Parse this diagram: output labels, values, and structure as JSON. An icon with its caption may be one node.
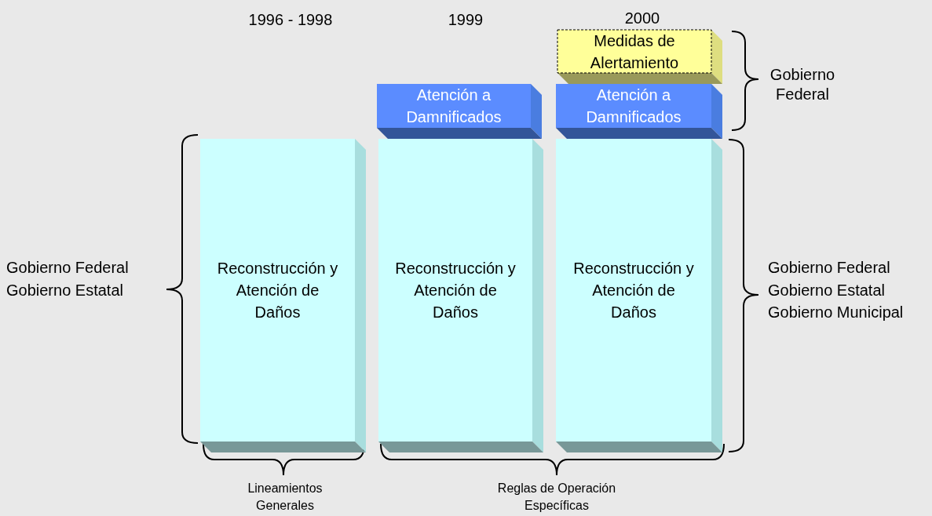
{
  "diagram": {
    "nodes": [
      {
        "text": [
          "Medidas de Alertamiento"
        ]
      },
      {
        "text": [
          "Atención a Damnificados"
        ]
      },
      {
        "text": [
          "Atención a Damnificados"
        ]
      },
      {
        "text": [
          "Reconstrucción y Atención de Daños"
        ]
      },
      {
        "text": [
          "Reconstrucción y Atención de Daños"
        ]
      },
      {
        "text": [
          "Reconstrucción y Atención de Daños"
        ]
      }
    ],
    "labels": [
      "1996 - 1998",
      "1999",
      "2000",
      "Gobierno Federal",
      "Gobierno Federal",
      "Gobierno Estatal",
      "Gobierno Federal",
      "Gobierno Estatal",
      "Gobierno Municipal",
      "Lineamientos Generales",
      "Reglas de Operación Específicas"
    ]
  }
}
